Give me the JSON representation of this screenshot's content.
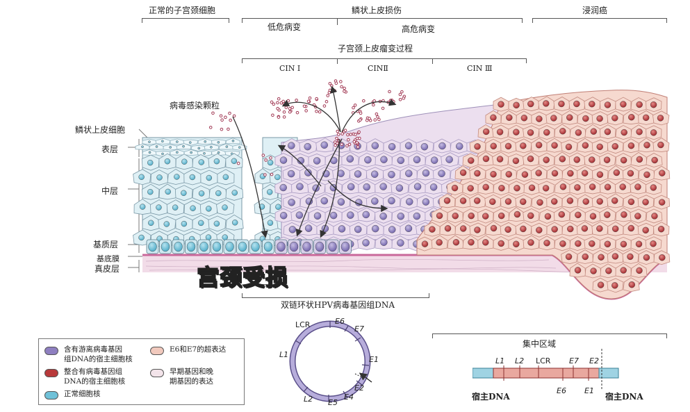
{
  "top_labels": {
    "normal": "正常的子宫颈细胞",
    "squamous_lesion": "鳞状上皮损伤",
    "invasive": "浸润癌",
    "low_grade": "低危病变",
    "high_grade": "高危病变",
    "process": "子宫颈上皮瘤变过程",
    "cin1": "CIN Ⅰ",
    "cin2": "CINⅡ",
    "cin3": "CIN Ⅲ"
  },
  "left_labels": {
    "virus_particles": "病毒感染颗粒",
    "squamous_cells": "鳞状上皮细胞",
    "surface": "表层",
    "middle": "中层",
    "basal": "基质层",
    "basement_membrane": "基底膜",
    "dermis": "真皮层"
  },
  "overlay_text": "宫颈受损",
  "hpv": {
    "caption": "双链环状HPV病毒基因组DNA",
    "genes": {
      "lcr": "LCR",
      "e6": "E6",
      "e7": "E7",
      "l1": "L1",
      "e1": "E1",
      "e2": "E2",
      "e4": "E4",
      "e5": "E5",
      "l2": "L2"
    }
  },
  "integration": {
    "title": "集中区域",
    "host_dna_left": "宿主DNA",
    "host_dna_right": "宿主DNA",
    "top_genes": {
      "l1": "L1",
      "l2": "L2",
      "lcr": "LCR",
      "e7": "E7",
      "e2": "E2"
    },
    "bottom_genes": {
      "e6": "E6",
      "e1": "E1"
    }
  },
  "legend": [
    {
      "label": "含有游离病毒基因\n组DNA的宿主细胞核",
      "color": "#8e7fc0"
    },
    {
      "label": "E6和E7的超表达",
      "color": "#f1c9bd"
    },
    {
      "label": "整合有病毒基因组\nDNA的宿主细胞核",
      "color": "#b8393a"
    },
    {
      "label": "早期基因和晚\n期基因的表达",
      "color": "#f3e4ea"
    },
    {
      "label": "正常细胞核",
      "color": "#6fc1d8"
    }
  ],
  "colors": {
    "normal_cell": "#dff0f5",
    "normal_nucleus": "#6fc1d8",
    "infected_cell": "#ecdfef",
    "episomal_nucleus": "#8e7fc0",
    "cancer_cell": "#f6d9cf",
    "integrated_nucleus": "#b8393a",
    "dermis": "#f2dce8",
    "membrane": "#c9689a",
    "virus_particle": "#a23a55"
  }
}
